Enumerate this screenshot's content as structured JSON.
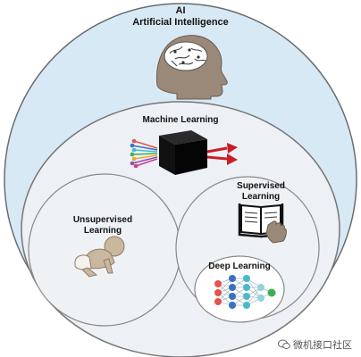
{
  "ai": {
    "short": "AI",
    "long": "Artificial Intelligence"
  },
  "ml": {
    "label": "Machine Learning"
  },
  "unsupervised": {
    "line1": "Unsupervised",
    "line2": "Learning"
  },
  "supervised": {
    "line1": "Supervised",
    "line2": "Learning"
  },
  "deep": {
    "label": "Deep Learning"
  },
  "watermark": {
    "text": "微机接口社区"
  },
  "colors": {
    "outer_fill": "#d8e9f6",
    "inner_fill": "#edf0f4",
    "ring_stroke": "#6c6c6c",
    "head_fill": "#9a8879",
    "arrow_red": "#c81e28",
    "node_blue": "#3a6fc2",
    "node_teal": "#4bb8c8",
    "node_green": "#3cb050"
  },
  "icons": {
    "ai": "head-brain-icon",
    "ml": "black-box-icon",
    "unsupervised": "crawling-baby-icon",
    "supervised": "book-hand-icon",
    "deep": "neural-network-icon"
  }
}
